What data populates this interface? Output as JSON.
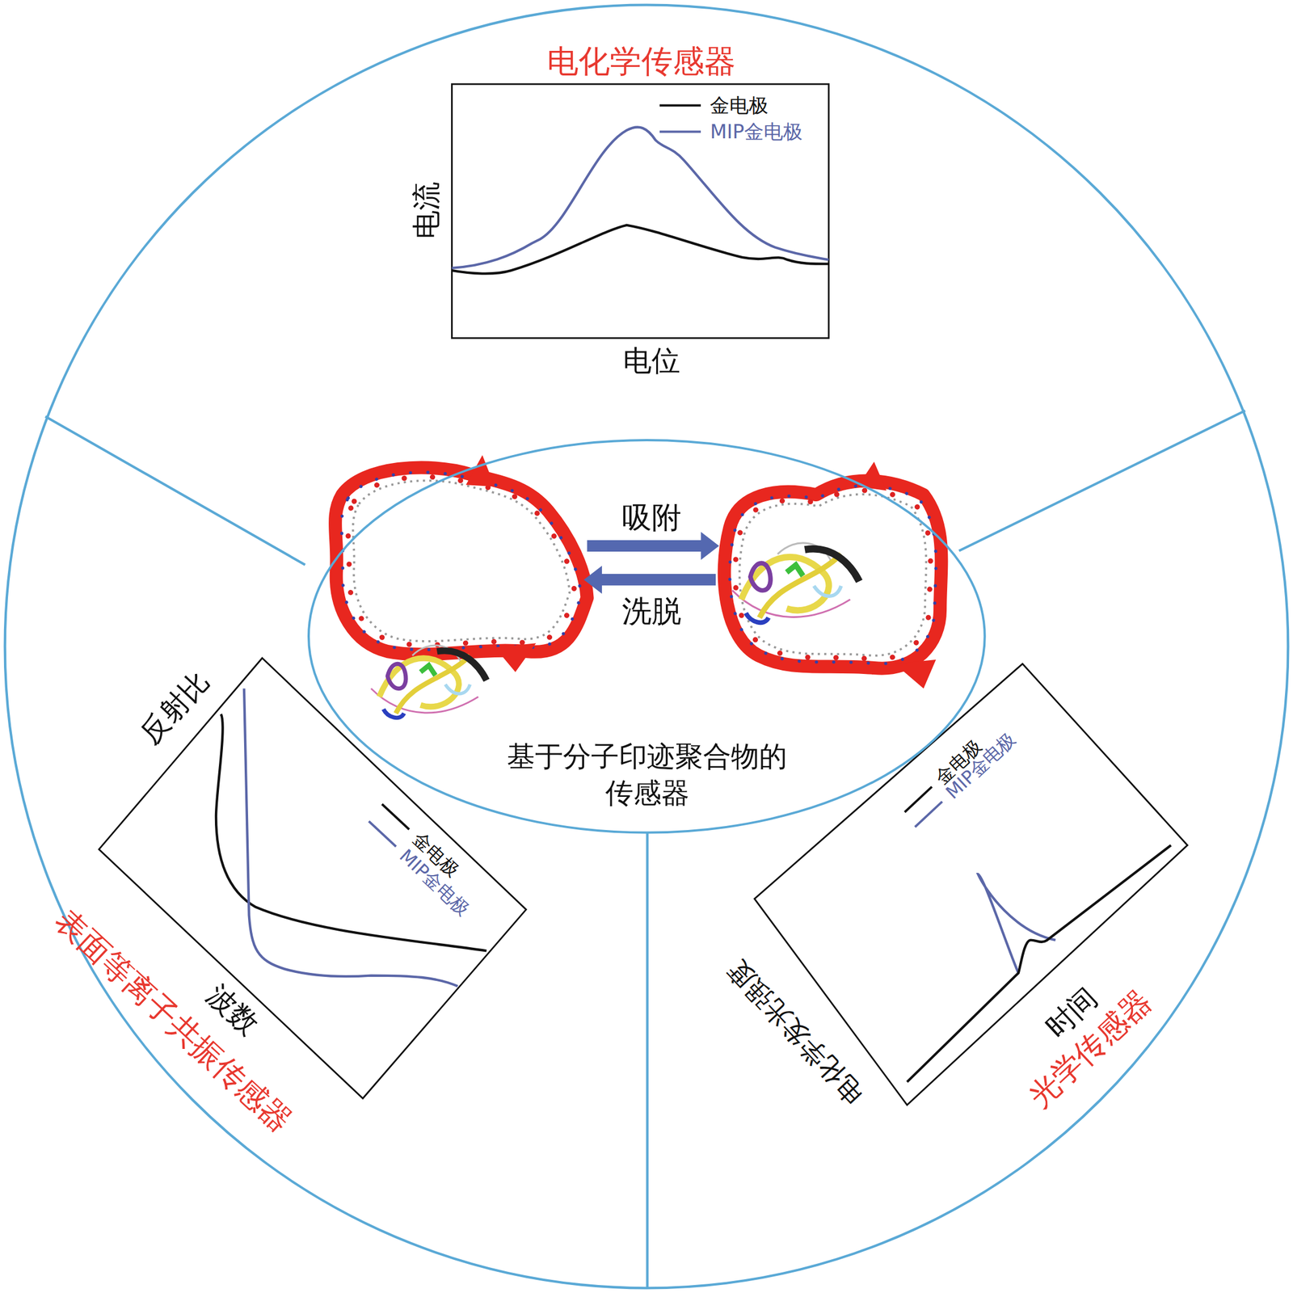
{
  "diagram": {
    "nodes": [
      {
        "text": [
          "基于分子印迹聚合物的 传感器"
        ]
      }
    ],
    "labels": [
      "电化学传感器",
      "电流",
      "电位",
      "吸附",
      "洗脱",
      "反射比",
      "波数",
      "表面等离子共振传感器",
      "电化学发光强度",
      "时间",
      "光学传感器"
    ],
    "legend": [
      {
        "text": "金电极"
      },
      {
        "text": "MIP金电极"
      },
      {
        "text": "金电极"
      },
      {
        "text": "MIP金电极"
      },
      {
        "text": "金电极"
      },
      {
        "text": "MIP金电极"
      }
    ]
  }
}
